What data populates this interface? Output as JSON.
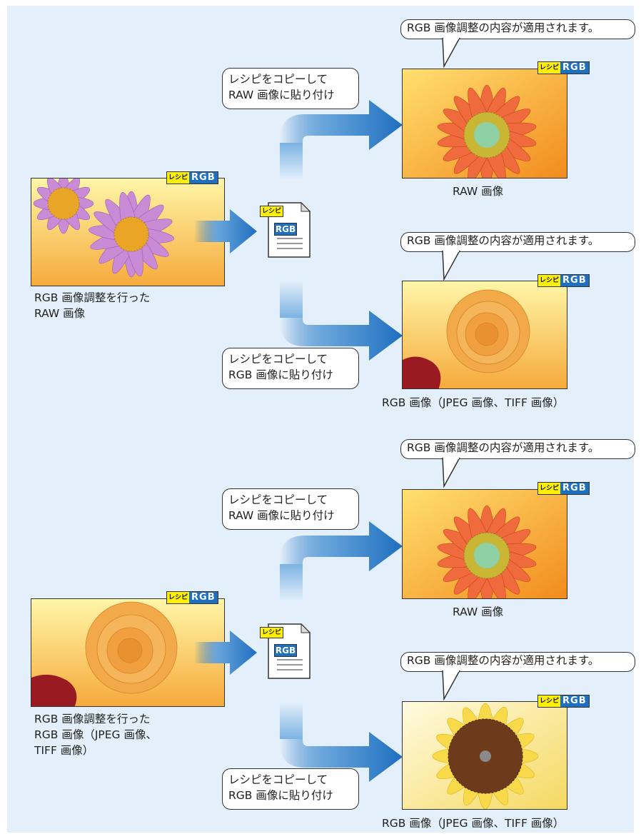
{
  "badge": {
    "recipe": "レシピ",
    "rgb": "RGB"
  },
  "doc": {
    "recipe": "レシピ",
    "rgb": "RGB"
  },
  "top": {
    "source_caption_line1": "RGB 画像調整を行った",
    "source_caption_line2": "RAW 画像",
    "paste_raw_line1": "レシピをコピーして",
    "paste_raw_line2": "RAW 画像に貼り付け",
    "paste_rgb_line1": "レシピをコピーして",
    "paste_rgb_line2": "RGB 画像に貼り付け",
    "applied_raw": "RGB 画像調整の内容が適用されます。",
    "applied_rgb": "RGB 画像調整の内容が適用されます。",
    "target_raw_caption": "RAW 画像",
    "target_rgb_caption": "RGB 画像（JPEG 画像、TIFF 画像）"
  },
  "bottom": {
    "source_caption_line1": "RGB 画像調整を行った",
    "source_caption_line2": "RGB 画像（JPEG 画像、",
    "source_caption_line3": "TIFF 画像）",
    "paste_raw_line1": "レシピをコピーして",
    "paste_raw_line2": "RAW 画像に貼り付け",
    "paste_rgb_line1": "レシピをコピーして",
    "paste_rgb_line2": "RGB 画像に貼り付け",
    "applied_raw": "RGB 画像調整の内容が適用されます。",
    "applied_rgb": "RGB 画像調整の内容が適用されます。",
    "target_raw_caption": "RAW 画像",
    "target_rgb_caption": "RGB 画像（JPEG 画像、TIFF 画像）"
  },
  "colors": {
    "panel": "#e3f0fb",
    "arrow": "#1e6fbf",
    "badge_yellow": "#ffef00",
    "badge_blue": "#1e6fbf"
  }
}
